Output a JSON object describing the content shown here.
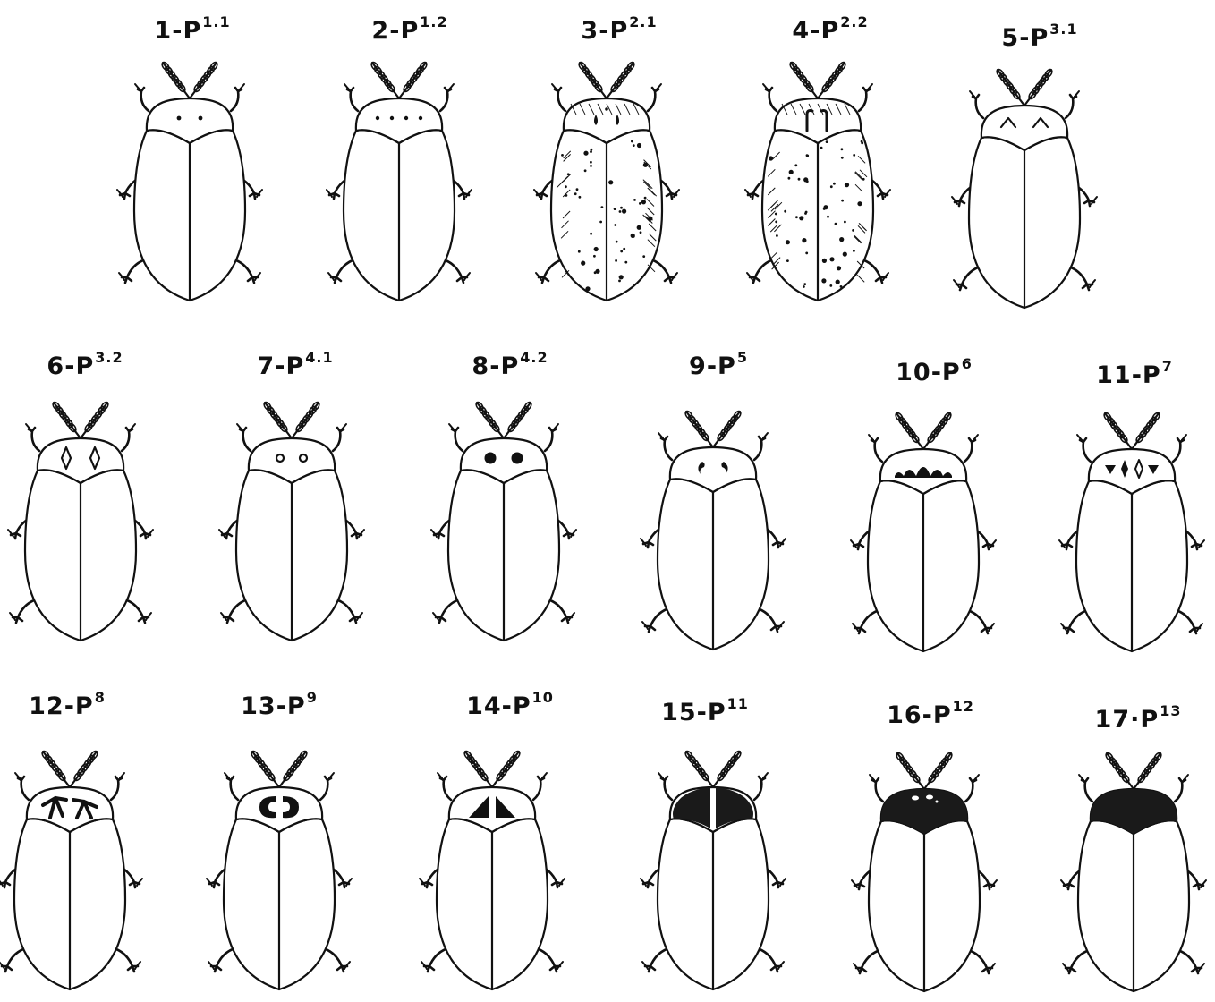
{
  "figure": {
    "specimens": [
      {
        "id": "1",
        "sep": "-",
        "base": "P",
        "sup": "1.1",
        "pattern": "two-dots"
      },
      {
        "id": "2",
        "sep": "-",
        "base": "P",
        "sup": "1.2",
        "pattern": "four-dots"
      },
      {
        "id": "3",
        "sep": "-",
        "base": "P",
        "sup": "2.1",
        "pattern": "speckled-drops"
      },
      {
        "id": "4",
        "sep": "-",
        "base": "P",
        "sup": "2.2",
        "pattern": "speckled-hooks"
      },
      {
        "id": "5",
        "sep": "-",
        "base": "P",
        "sup": "3.1",
        "pattern": "chevrons"
      },
      {
        "id": "6",
        "sep": "-",
        "base": "P",
        "sup": "3.2",
        "pattern": "diamonds"
      },
      {
        "id": "7",
        "sep": "-",
        "base": "P",
        "sup": "4.1",
        "pattern": "rings"
      },
      {
        "id": "8",
        "sep": "-",
        "base": "P",
        "sup": "4.2",
        "pattern": "solid-dots"
      },
      {
        "id": "9",
        "sep": "-",
        "base": "P",
        "sup": "5",
        "pattern": "commas"
      },
      {
        "id": "10",
        "sep": "-",
        "base": "P",
        "sup": "6",
        "pattern": "bumps"
      },
      {
        "id": "11",
        "sep": "-",
        "base": "P",
        "sup": "7",
        "pattern": "triangles-diamonds"
      },
      {
        "id": "12",
        "sep": "-",
        "base": "P",
        "sup": "8",
        "pattern": "crosses"
      },
      {
        "id": "13",
        "sep": "-",
        "base": "P",
        "sup": "9",
        "pattern": "c-marks"
      },
      {
        "id": "14",
        "sep": "-",
        "base": "P",
        "sup": "10",
        "pattern": "triangles"
      },
      {
        "id": "15",
        "sep": "-",
        "base": "P",
        "sup": "11",
        "pattern": "half-dark"
      },
      {
        "id": "16",
        "sep": "-",
        "base": "P",
        "sup": "12",
        "pattern": "dark-with-spots"
      },
      {
        "id": "17",
        "sep": "·",
        "base": "P",
        "sup": "13",
        "pattern": "full-dark"
      }
    ]
  }
}
